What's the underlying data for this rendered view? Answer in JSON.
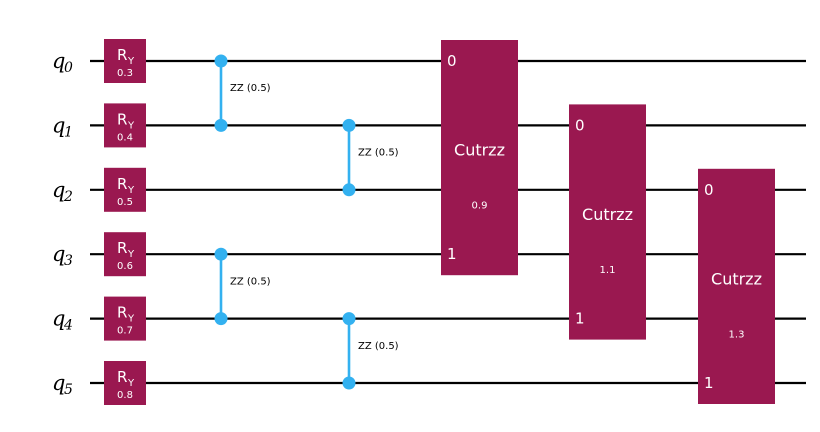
{
  "colors": {
    "gate": "#9a1850",
    "control": "#33b1f0",
    "wire": "#000000",
    "text_on_gate": "#ffffff"
  },
  "qubits": [
    {
      "name": "q",
      "index": "0"
    },
    {
      "name": "q",
      "index": "1"
    },
    {
      "name": "q",
      "index": "2"
    },
    {
      "name": "q",
      "index": "3"
    },
    {
      "name": "q",
      "index": "4"
    },
    {
      "name": "q",
      "index": "5"
    }
  ],
  "ry_gates": [
    {
      "qubit": 0,
      "label": "R",
      "sub": "Y",
      "param": "0.3"
    },
    {
      "qubit": 1,
      "label": "R",
      "sub": "Y",
      "param": "0.4"
    },
    {
      "qubit": 2,
      "label": "R",
      "sub": "Y",
      "param": "0.5"
    },
    {
      "qubit": 3,
      "label": "R",
      "sub": "Y",
      "param": "0.6"
    },
    {
      "qubit": 4,
      "label": "R",
      "sub": "Y",
      "param": "0.7"
    },
    {
      "qubit": 5,
      "label": "R",
      "sub": "Y",
      "param": "0.8"
    }
  ],
  "zz_gates": [
    {
      "qubits": [
        0,
        1
      ],
      "column": 0,
      "label": "ZZ (0.5)"
    },
    {
      "qubits": [
        1,
        2
      ],
      "column": 1,
      "label": "ZZ (0.5)"
    },
    {
      "qubits": [
        3,
        4
      ],
      "column": 0,
      "label": "ZZ (0.5)"
    },
    {
      "qubits": [
        4,
        5
      ],
      "column": 1,
      "label": "ZZ (0.5)"
    }
  ],
  "cutrzz_gates": [
    {
      "qubits": [
        0,
        3
      ],
      "name": "Cutrzz",
      "param": "0.9",
      "port_top": "0",
      "port_bottom": "1"
    },
    {
      "qubits": [
        1,
        4
      ],
      "name": "Cutrzz",
      "param": "1.1",
      "port_top": "0",
      "port_bottom": "1"
    },
    {
      "qubits": [
        2,
        5
      ],
      "name": "Cutrzz",
      "param": "1.3",
      "port_top": "0",
      "port_bottom": "1"
    }
  ]
}
